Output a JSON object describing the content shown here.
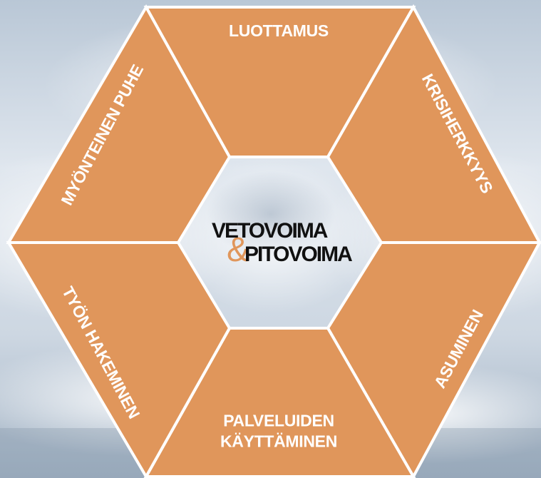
{
  "diagram": {
    "segments": [
      {
        "id": "luottamus",
        "lines": [
          "LUOTTAMUS"
        ]
      },
      {
        "id": "krisiherkkyys",
        "lines": [
          "KRISIHERKKYYS"
        ]
      },
      {
        "id": "asuminen",
        "lines": [
          "ASUMINEN"
        ]
      },
      {
        "id": "palveluiden",
        "lines": [
          "PALVELUIDEN",
          "KÄYTTÄMINEN"
        ]
      },
      {
        "id": "tyon-hakeminen",
        "lines": [
          "TYÖN HAKEMINEN"
        ]
      },
      {
        "id": "myonteinen-puhe",
        "lines": [
          "MYÖNTEINEN PUHE"
        ]
      }
    ],
    "logo": {
      "line1": "VETOVOIMA",
      "ampersand": "&",
      "line2": "PITOVOIMA"
    }
  },
  "colors": {
    "segment_fill": "#e0965b",
    "segment_stroke": "#ffffff",
    "logo_text": "#111111",
    "logo_ampersand": "#e0965b"
  }
}
